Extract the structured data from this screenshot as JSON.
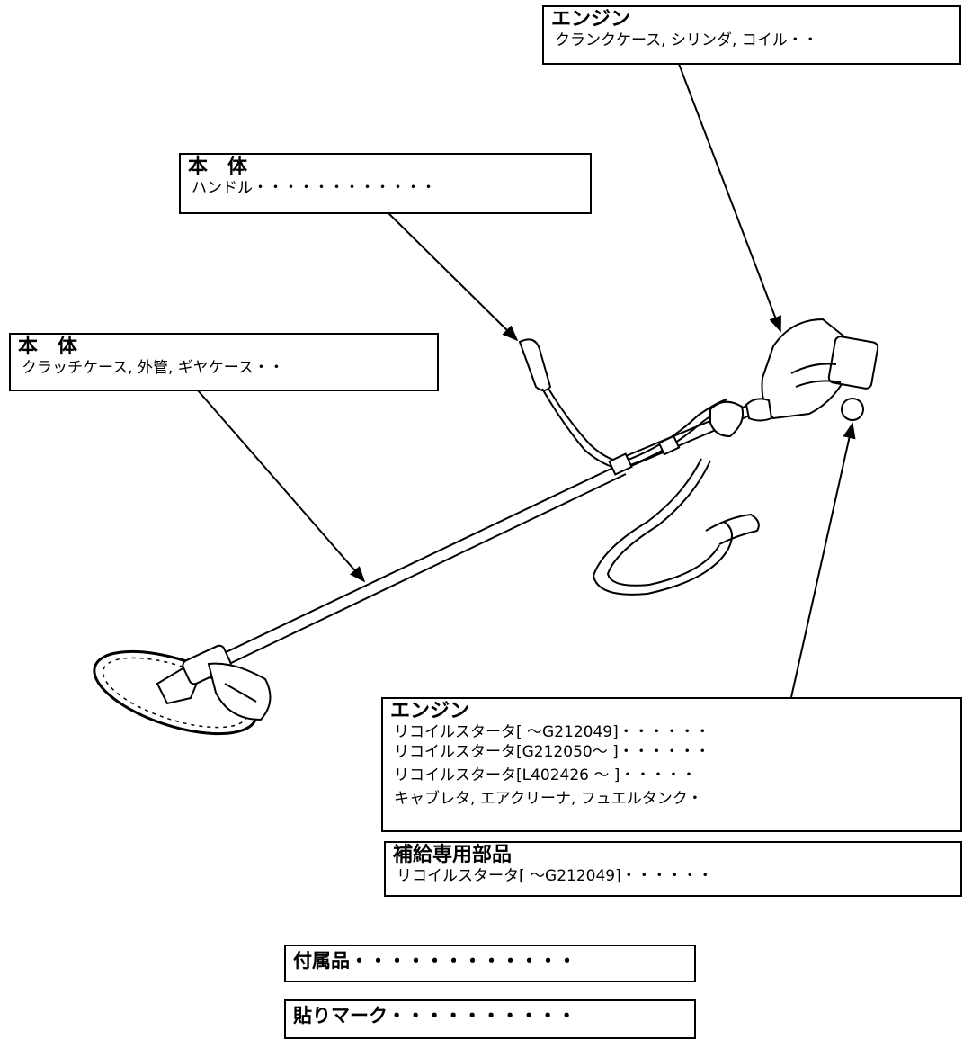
{
  "callouts": {
    "engine_top": {
      "title": "エンジン",
      "items": [
        "クランクケース, シリンダ, コイル・・"
      ]
    },
    "body_handle": {
      "title": "本　体",
      "items": [
        "ハンドル・・・・・・・・・・・・"
      ]
    },
    "body_shaft": {
      "title": "本　体",
      "items": [
        "クラッチケース, 外管, ギヤケース・・"
      ]
    },
    "engine_bottom": {
      "title": "エンジン",
      "items": [
        "リコイルスタータ[ ～G212049]・・・・・・",
        "リコイルスタータ[G212050～ ]・・・・・・",
        "リコイルスタータ[L402426 ～ ]・・・・・",
        "キャブレタ, エアクリーナ, フュエルタンク・"
      ]
    },
    "supply_parts": {
      "title": "補給専用部品",
      "items": [
        "リコイルスタータ[ ～G212049]・・・・・・"
      ]
    },
    "accessories": {
      "label": "付属品・・・・・・・・・・・・"
    },
    "stickers": {
      "label": "貼りマーク・・・・・・・・・・"
    }
  },
  "colors": {
    "line": "#000000",
    "background": "#ffffff"
  }
}
